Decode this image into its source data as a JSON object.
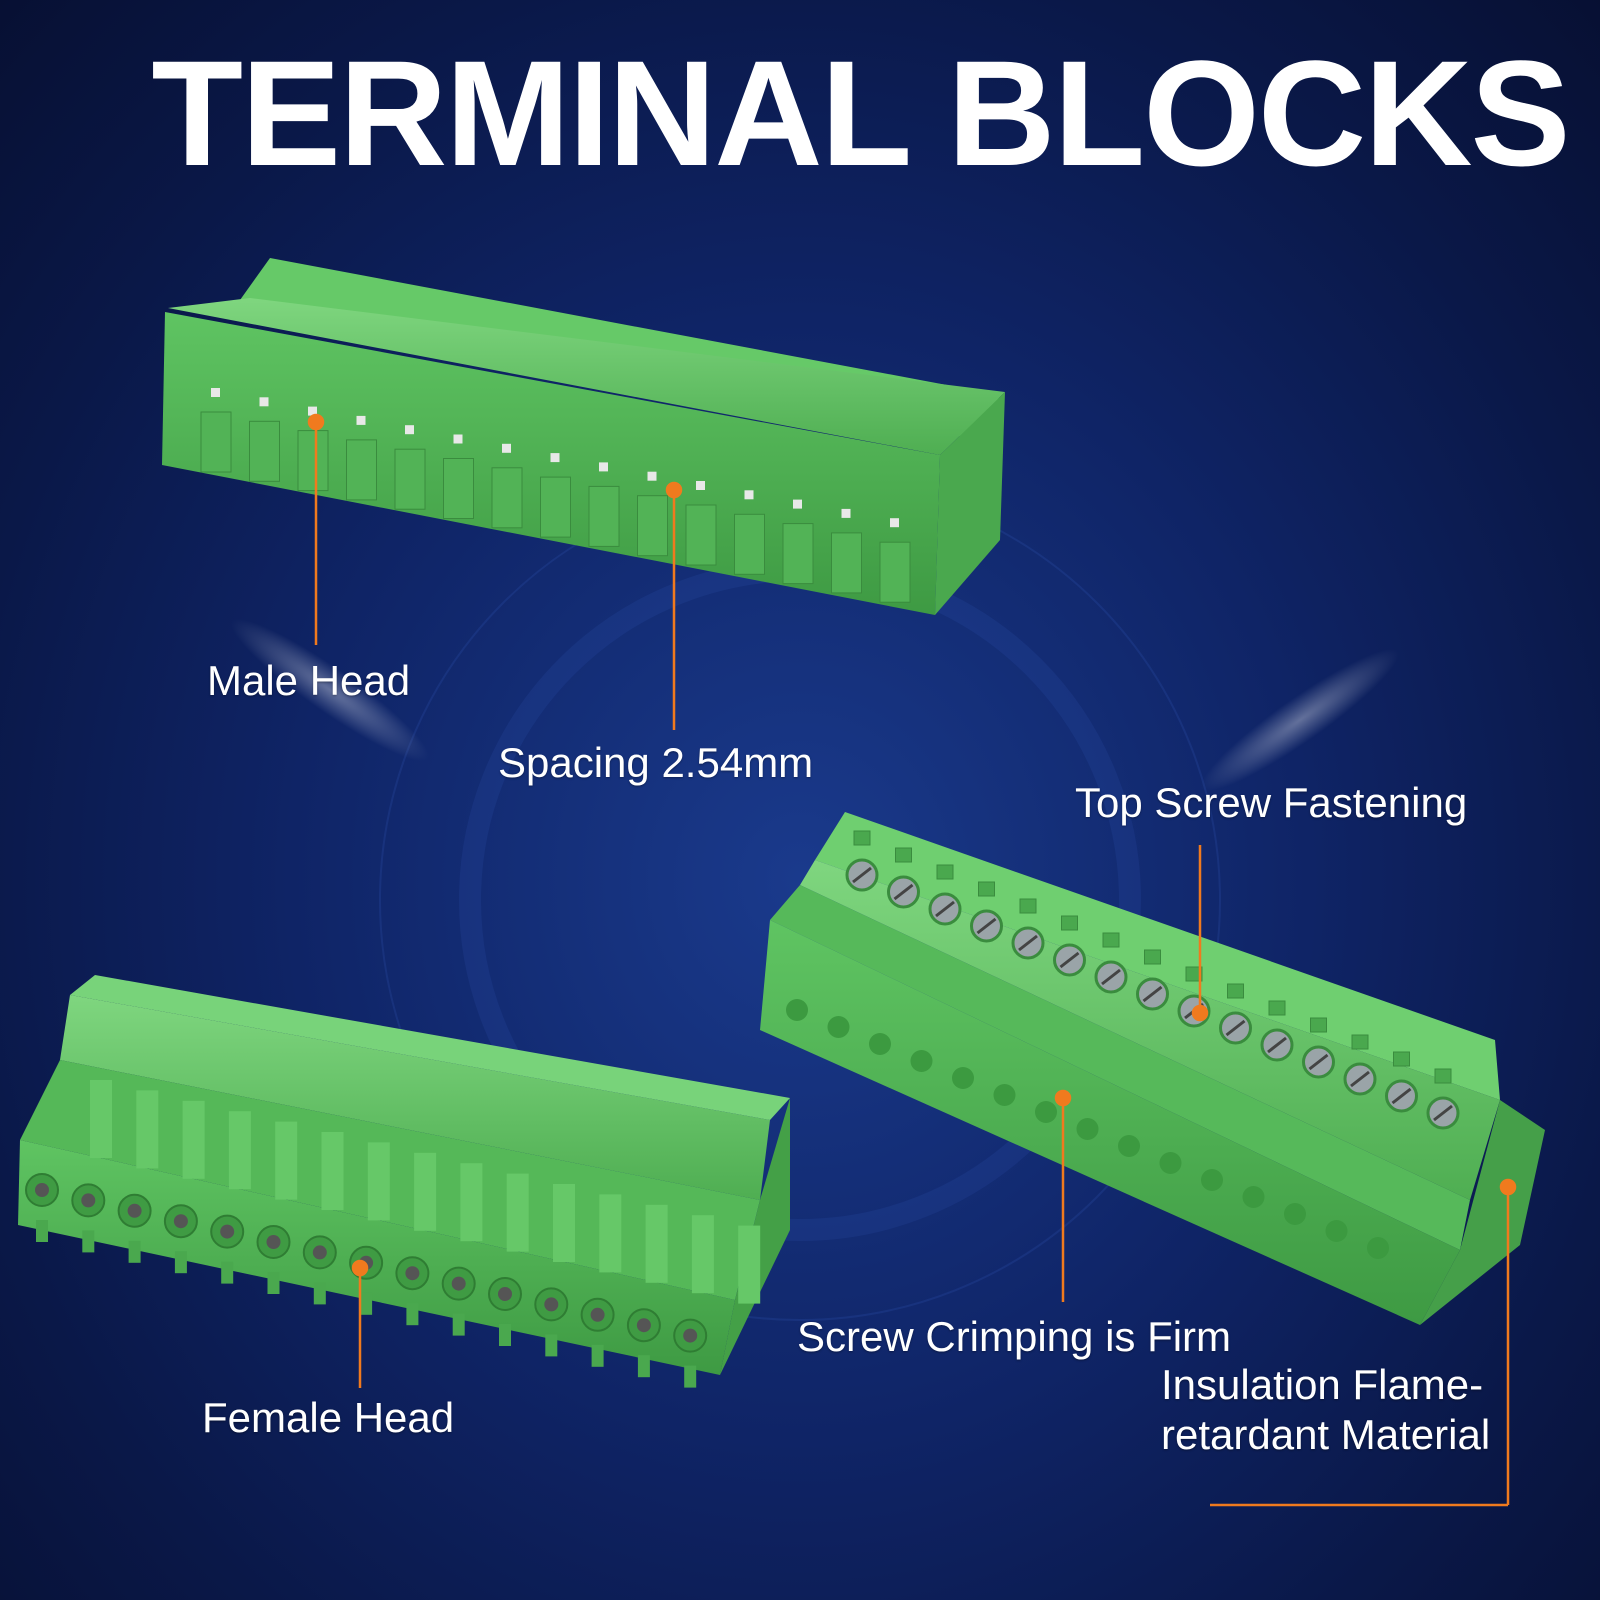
{
  "title": "TERMINAL BLOCKS",
  "labels": {
    "male_head": "Male Head",
    "spacing": "Spacing 2.54mm",
    "top_screw": "Top Screw Fastening",
    "screw_crimping": "Screw Crimping is Firm",
    "insulation_line1": "Insulation Flame-",
    "insulation_line2": "retardant Material",
    "female_head": "Female Head"
  },
  "colors": {
    "background": "#0f2466",
    "block_green": "#5bbf5e",
    "callout_orange": "#f07a1e",
    "text": "#ffffff"
  },
  "icons": [
    "male-terminal-block-image",
    "female-terminal-block-image",
    "screw-terminal-block-image"
  ]
}
